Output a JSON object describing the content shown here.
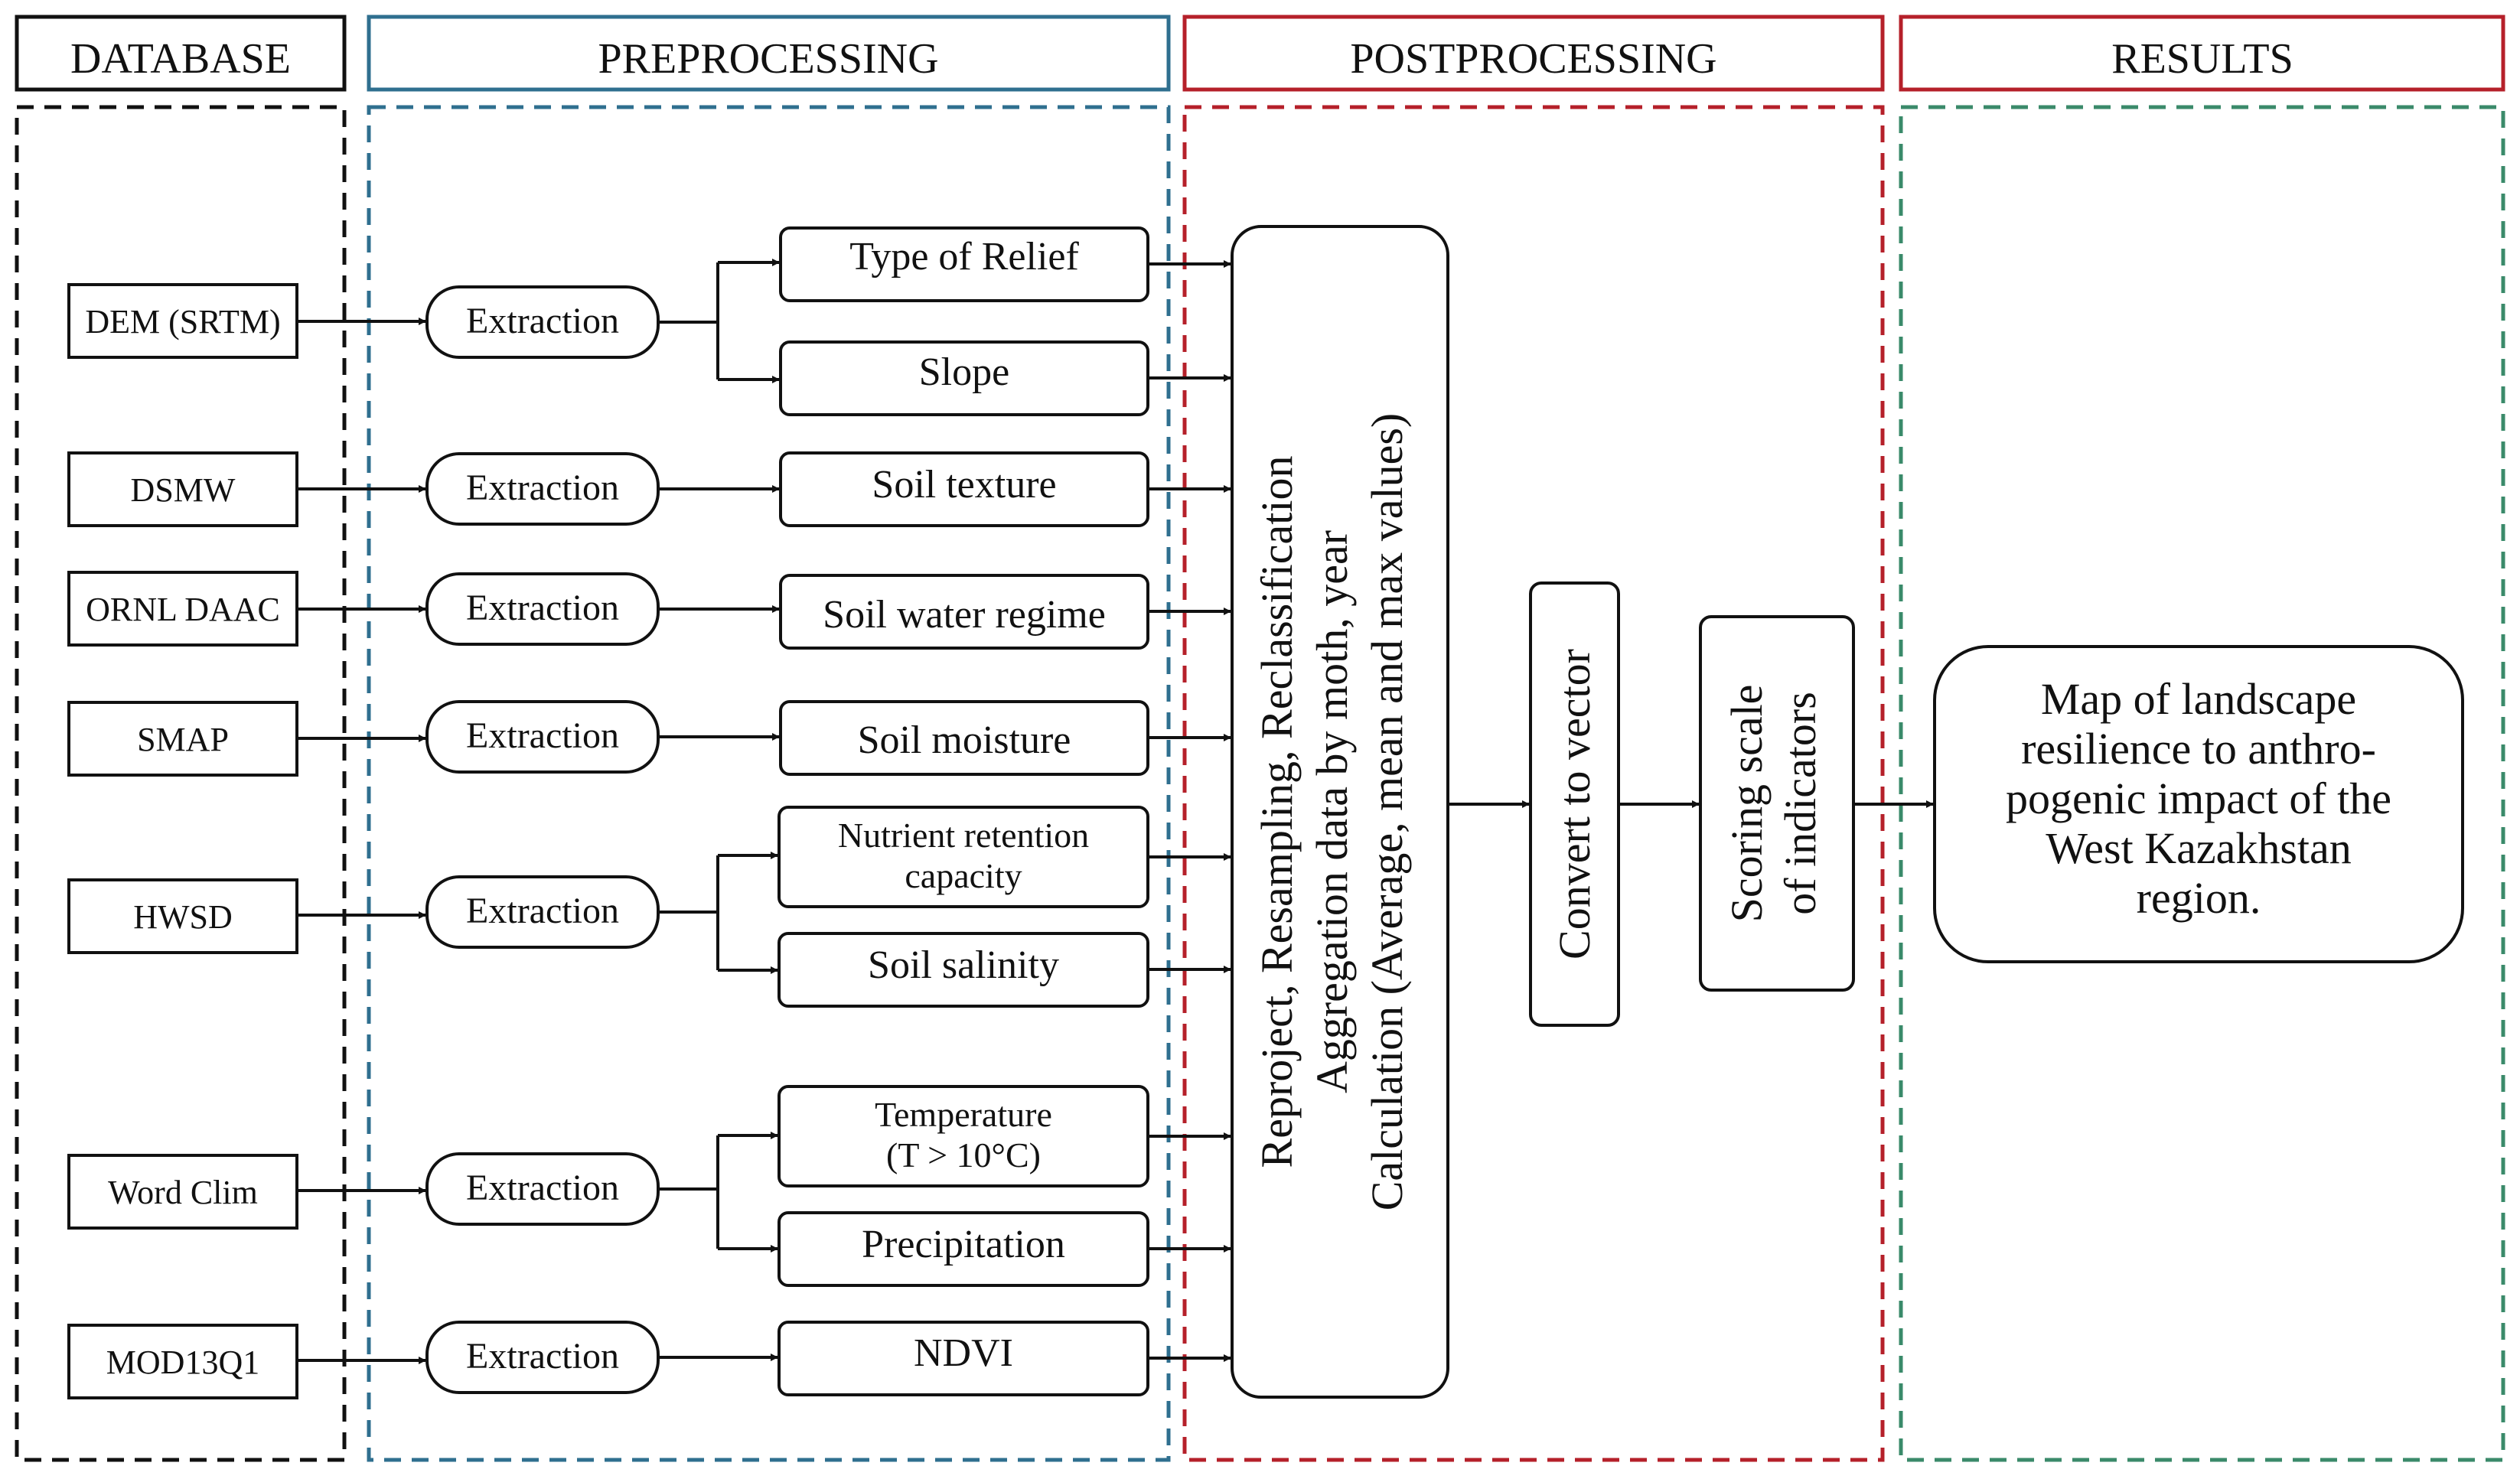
{
  "sections": {
    "database": "DATABASE",
    "preprocessing": "PREPROCESSING",
    "postprocessing": "POSTPROCESSING",
    "results": "RESULTS"
  },
  "sources": [
    "DEM (SRTM)",
    "DSMW",
    "ORNL DAAC",
    "SMAP",
    "HWSD",
    "Word Clim",
    "MOD13Q1"
  ],
  "extraction_label": "Extraction",
  "indicators": {
    "type_of_relief": "Type of Relief",
    "slope": "Slope",
    "soil_texture": "Soil texture",
    "soil_water_regime": "Soil water regime",
    "soil_moisture": "Soil moisture",
    "nutrient_line1": "Nutrient retention",
    "nutrient_line2": "capacity",
    "soil_salinity": "Soil salinity",
    "temperature_line1": "Temperature",
    "temperature_line2": "(T > 10°C)",
    "precipitation": "Precipitation",
    "ndvi": "NDVI"
  },
  "postprocessing": {
    "line1": "Reproject, Resampling, Reclassification",
    "line2": "Aggregation data by moth, year",
    "line3": "Calculation (Average, mean and max values)",
    "convert": "Convert  to vector",
    "scoring_line1": "Scoring scale",
    "scoring_line2": "of indicators"
  },
  "result": {
    "line1": "Map of landscape",
    "line2": "resilience to anthro-",
    "line3": "pogenic impact of the",
    "line4": "West Kazakhstan",
    "line5": "region."
  },
  "colors": {
    "database": "#111111",
    "preprocessing": "#2f6f8f",
    "postprocessing": "#b5202a",
    "results": "#3a8a6a"
  }
}
